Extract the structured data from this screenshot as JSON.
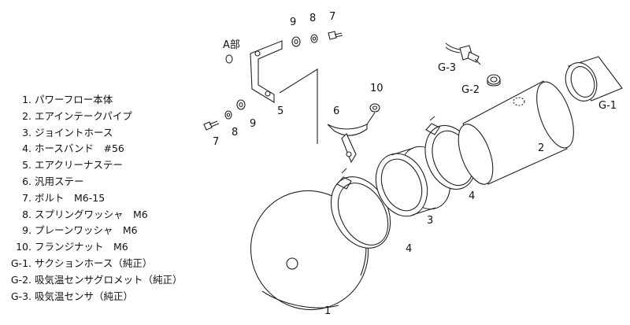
{
  "parts": [
    {
      "num": "1.",
      "name": "パワーフロー本体"
    },
    {
      "num": "2.",
      "name": "エアインテークパイプ"
    },
    {
      "num": "3.",
      "name": "ジョイントホース"
    },
    {
      "num": "4.",
      "name": "ホースバンド　#56"
    },
    {
      "num": "5.",
      "name": "エアクリーナステー"
    },
    {
      "num": "6.",
      "name": "汎用ステー"
    },
    {
      "num": "7.",
      "name": "ボルト　M6-15"
    },
    {
      "num": "8.",
      "name": "スプリングワッシャ　M6"
    },
    {
      "num": "9.",
      "name": "プレーンワッシャ　M6"
    },
    {
      "num": "10.",
      "name": "フランジナット　M6"
    },
    {
      "num": "G-1.",
      "name": "サクションホース（純正）"
    },
    {
      "num": "G-2.",
      "name": "吸気温センサグロメット（純正）"
    },
    {
      "num": "G-3.",
      "name": "吸気温センサ（純正）"
    }
  ],
  "labels": {
    "a_bu": "A部",
    "n1": "1",
    "n2": "2",
    "n3": "3",
    "n4a": "4",
    "n4b": "4",
    "n5": "5",
    "n6": "6",
    "n7a": "7",
    "n7b": "7",
    "n8a": "8",
    "n8b": "8",
    "n9a": "9",
    "n9b": "9",
    "n10": "10",
    "g1": "G-1",
    "g2": "G-2",
    "g3": "G-3"
  }
}
